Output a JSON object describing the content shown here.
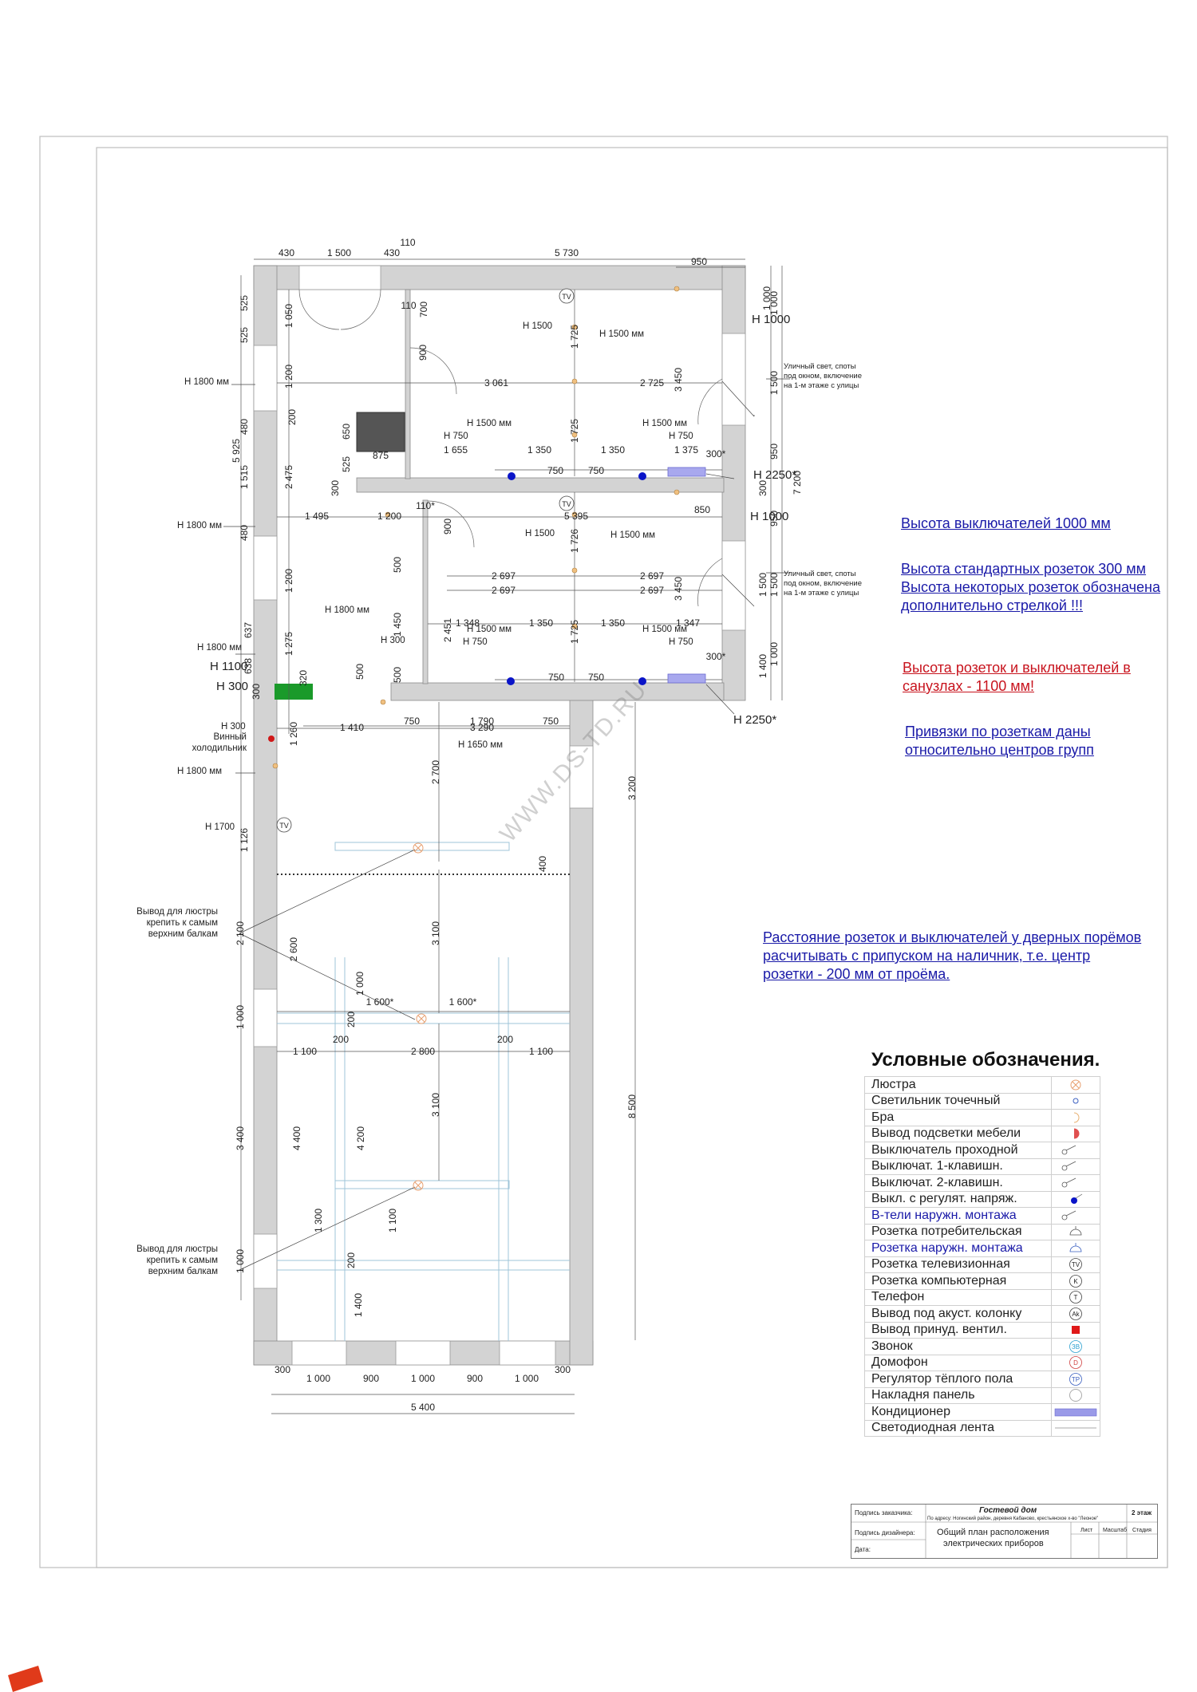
{
  "dims_top": [
    "430",
    "1 500",
    "110",
    "430",
    "5 730",
    "950"
  ],
  "dims_bottom": [
    "300",
    "1 000",
    "900",
    "1 000",
    "900",
    "1 000",
    "300",
    "5 400"
  ],
  "dims_left": [
    "525",
    "525",
    "5 925",
    "480",
    "1 515",
    "480",
    "637",
    "638",
    "1 126",
    "2 100",
    "1 000",
    "3 400",
    "1 000"
  ],
  "dims_inner": [
    "1 050",
    "1 200",
    "200",
    "2 475",
    "1 200",
    "1 275",
    "320",
    "1 260",
    "1 410",
    "1 495",
    "1 200",
    "110*",
    "700",
    "110",
    "900",
    "650",
    "525",
    "875",
    "300",
    "900",
    "500",
    "1 450",
    "2 451",
    "500",
    "500",
    "300",
    "3 061",
    "2 725",
    "1 725",
    "1 725",
    "1 655",
    "1 350",
    "1 350",
    "1 375",
    "750",
    "750",
    "300*",
    "850",
    "5 395",
    "1 726",
    "1 725",
    "2 697",
    "2 697",
    "2 697",
    "2 697",
    "1 348",
    "1 350",
    "1 350",
    "1 347",
    "750",
    "750",
    "300*",
    "3 450",
    "3 450",
    "750",
    "1 790",
    "3 290",
    "750",
    "2 700",
    "3 200",
    "400",
    "2 600",
    "3 100",
    "1 000",
    "1 600*",
    "1 600*",
    "200",
    "200",
    "200",
    "1 100",
    "2 800",
    "1 100",
    "4 400",
    "4 200",
    "3 100",
    "8 500",
    "1 300",
    "1 100",
    "200",
    "1 400"
  ],
  "dims_right": [
    "1 000",
    "1 500",
    "950",
    "7 200",
    "300",
    "1 000",
    "950",
    "1 500",
    "1 500",
    "1 400",
    "1 000"
  ],
  "heights": {
    "h_left": [
      "H 1800 мм",
      "H 1800 мм",
      "H 1800 мм",
      "H 1800 мм",
      "H 1800 мм"
    ],
    "h_1100": "H 1100",
    "h_300": "H 300",
    "h_300b": "H 300",
    "h_300c": "H 300",
    "h_1700": "H 1700",
    "h_1650": "H 1650 мм",
    "h_1500a": "H 1500",
    "h_1500b": "H 1500 мм",
    "h_1500c": "H 1500",
    "h_1500d": "H 1500 мм",
    "h_1500mm": [
      "H 1500 мм",
      "H 1500 мм",
      "H 1500 мм",
      "H 1500 мм"
    ],
    "h_750": [
      "H 750",
      "H 750",
      "H 750",
      "H 750"
    ],
    "h_1000a": "H 1000",
    "h_1000b": "H 1000",
    "h_2250a": "H 2250*",
    "h_2250b": "H 2250*"
  },
  "labels": {
    "wine_fridge": [
      "Винный",
      "холодильник"
    ],
    "chandelier_note1": [
      "Вывод для люстры",
      "крепить к самым",
      "верхним балкам"
    ],
    "chandelier_note2": [
      "Вывод для люстры",
      "крепить к самым",
      "верхним балкам"
    ],
    "street_light1": [
      "Уличный свет, споты",
      "под окном, включение",
      "на 1-м этаже  с улицы"
    ],
    "street_light2": [
      "Уличный свет, споты",
      "под окном, включение",
      "на 1-м этаже  с улицы"
    ],
    "tv": "TV"
  },
  "notes": {
    "switch_height": "Высота выключателей 1000 мм",
    "socket_std1": "Высота стандартных розеток  300 мм",
    "socket_std2": "Высота некоторых розеток  обозначена",
    "socket_std3": "дополнительно стрелкой !!!",
    "bath1": "Высота розеток и выключателей  в",
    "bath2": "санузлах - 1100 мм!",
    "ref1": "Привязки по розеткам даны",
    "ref2": "относительно центров групп",
    "door1": "Расстояние розеток и выключателей у дверных порёмов",
    "door2": "расчитывать с припуском на наличник, т.е. центр",
    "door3": "розетки - 200 мм от проёма."
  },
  "legend": {
    "title": "Условные обозначения.",
    "items": [
      {
        "label": "Люстра",
        "icon": "chandelier-icon",
        "color": "#e8a070"
      },
      {
        "label": "Светильник точечный",
        "icon": "spotlight-icon",
        "color": "#3a5fc0"
      },
      {
        "label": "Бра",
        "icon": "sconce-icon",
        "color": "#e8b070"
      },
      {
        "label": "Вывод подсветки мебели",
        "icon": "furniture-light-icon",
        "color": "#e05050"
      },
      {
        "label": "Выключатель проходной",
        "icon": "pass-switch-icon",
        "color": "#555555"
      },
      {
        "label": "Выключат. 1-клавишн.",
        "icon": "switch-1-icon",
        "color": "#555555"
      },
      {
        "label": "Выключат. 2-клавишн.",
        "icon": "switch-2-icon",
        "color": "#555555"
      },
      {
        "label": "Выкл. с регулят. напряж.",
        "icon": "dimmer-icon",
        "color": "#0a14c8"
      },
      {
        "label": "В-тели наружн. монтажа",
        "icon": "outdoor-switch-icon",
        "color": "#555555",
        "blue": true
      },
      {
        "label": "Розетка потребительская",
        "icon": "socket-icon",
        "color": "#555555"
      },
      {
        "label": "Розетка наружн. монтажа",
        "icon": "outdoor-socket-icon",
        "color": "#3a5fc0",
        "blue": true
      },
      {
        "label": "Розетка телевизионная",
        "icon": "tv-socket-icon",
        "glyph": "TV"
      },
      {
        "label": "Розетка компьютерная",
        "icon": "pc-socket-icon",
        "glyph": "K"
      },
      {
        "label": "Телефон",
        "icon": "phone-socket-icon",
        "glyph": "T"
      },
      {
        "label": "Вывод под акуст. колонку",
        "icon": "speaker-icon",
        "glyph": "Ak"
      },
      {
        "label": "Вывод принуд. вентил.",
        "icon": "ventilation-icon",
        "color": "#e01818"
      },
      {
        "label": "Звонок",
        "icon": "bell-icon",
        "glyph": "ЗВ",
        "color": "#2aa0d0"
      },
      {
        "label": "Домофон",
        "icon": "intercom-icon",
        "glyph": "D",
        "color": "#d04040"
      },
      {
        "label": "Регулятор тёплого пола",
        "icon": "floor-heating-icon",
        "glyph": "TP",
        "color": "#3a5fc0"
      },
      {
        "label": "Накладня панель",
        "icon": "panel-icon",
        "color": "#aaaaaa"
      },
      {
        "label": "Кондиционер",
        "icon": "air-conditioner-icon",
        "color": "#9a9ae8"
      },
      {
        "label": "Светодиодная лента",
        "icon": "led-strip-icon",
        "color": "#aaaaaa"
      }
    ]
  },
  "stamp": {
    "client_sign": "Подпись заказчика:",
    "project": "Гостевой дом",
    "address": "По адресу: Ногинский район, деревня Кабаново, крестьянское х-во \"Леоное\"",
    "floor": "2 этаж",
    "designer_sign": "Подпись дизайнера:",
    "drawing_title1": "Общий план расположения",
    "drawing_title2": "электрических приборов",
    "sheet": "Лист",
    "scale": "Масштаб",
    "stage": "Стадия",
    "date": "Дата:"
  },
  "watermark": "WWW.DS-TD.RU"
}
